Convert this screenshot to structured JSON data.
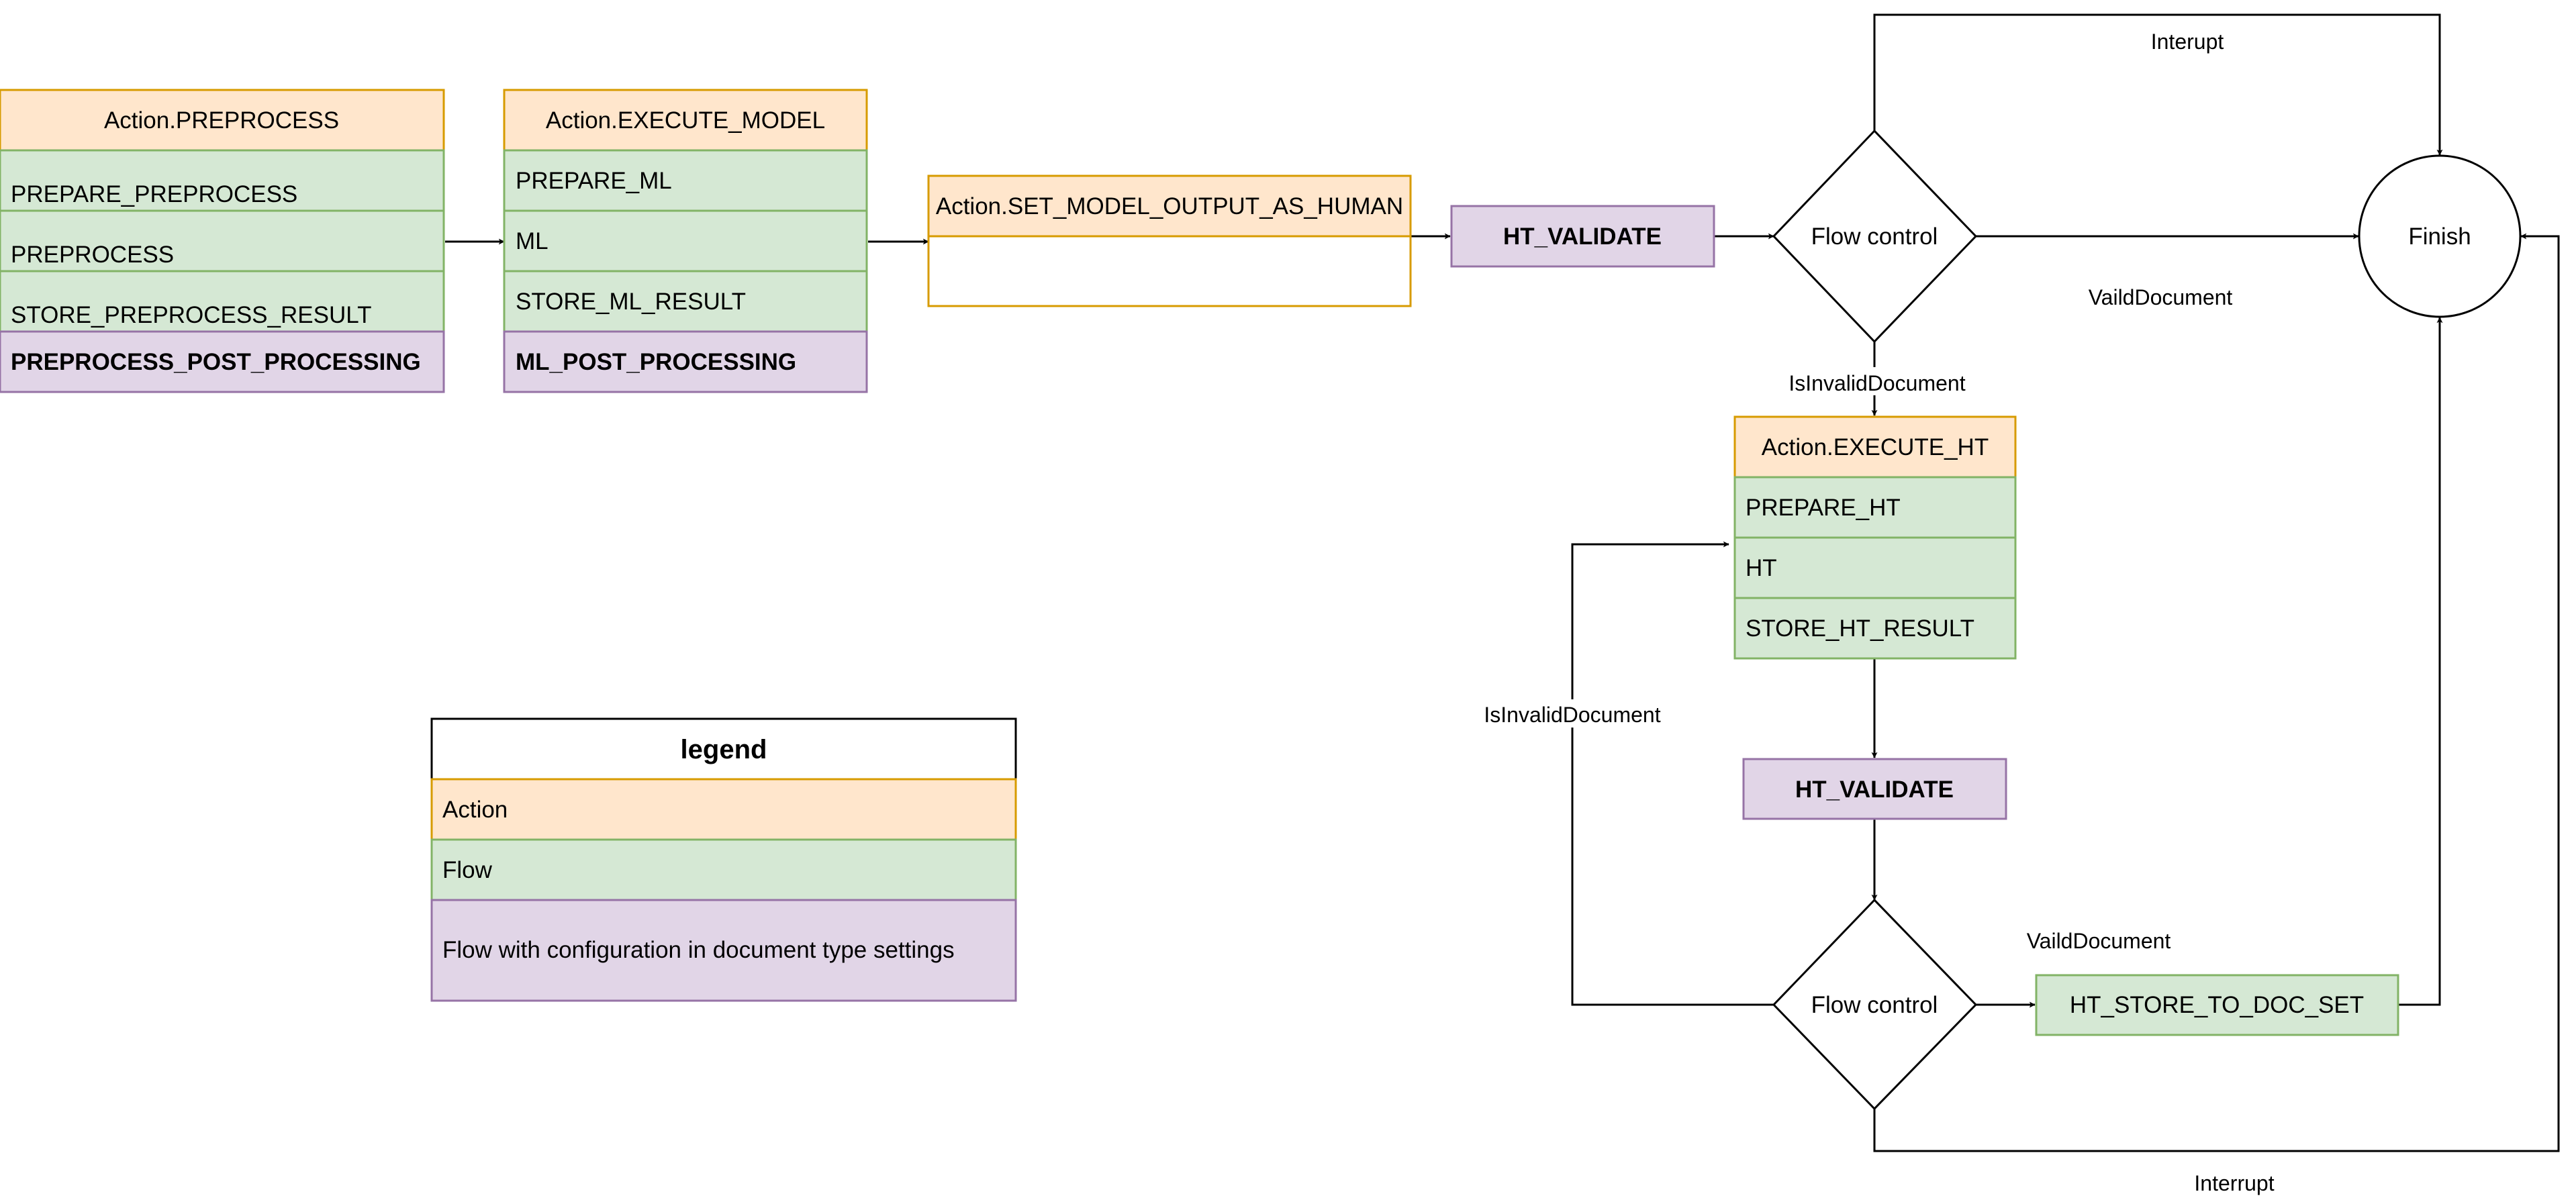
{
  "preprocess": {
    "title": "Action.PREPROCESS",
    "steps": [
      "PREPARE_PREPROCESS",
      "PREPROCESS",
      "STORE_PREPROCESS_RESULT"
    ],
    "config": "PREPROCESS_POST_PROCESSING"
  },
  "execute_model": {
    "title": "Action.EXECUTE_MODEL",
    "steps": [
      "PREPARE_ML",
      "ML",
      "STORE_ML_RESULT"
    ],
    "config": "ML_POST_PROCESSING"
  },
  "set_model_output": {
    "title": "Action.SET_MODEL_OUTPUT_AS_HUMAN"
  },
  "ht_validate_top": "HT_VALIDATE",
  "flow_control_top": "Flow control",
  "finish": "Finish",
  "execute_ht": {
    "title": "Action.EXECUTE_HT",
    "steps": [
      "PREPARE_HT",
      "HT",
      "STORE_HT_RESULT"
    ]
  },
  "ht_validate_bottom": "HT_VALIDATE",
  "flow_control_bottom": "Flow control",
  "ht_store": "HT_STORE_TO_DOC_SET",
  "edge_labels": {
    "interrupt_top": "Interupt",
    "valid_top": "VaildDocument",
    "invalid_top": "IsInvalidDocument",
    "invalid_loop": "IsInvalidDocument",
    "valid_bottom": "VaildDocument",
    "interrupt_bottom": "Interrupt"
  },
  "legend": {
    "title": "legend",
    "action": "Action",
    "flow": "Flow",
    "config": "Flow with configuration in document type settings"
  },
  "colors": {
    "action_fill": "#ffe6cc",
    "action_stroke": "#d79b00",
    "flow_fill": "#d5e8d4",
    "flow_stroke": "#82b366",
    "config_fill": "#e1d5e7",
    "config_stroke": "#9673a6"
  }
}
